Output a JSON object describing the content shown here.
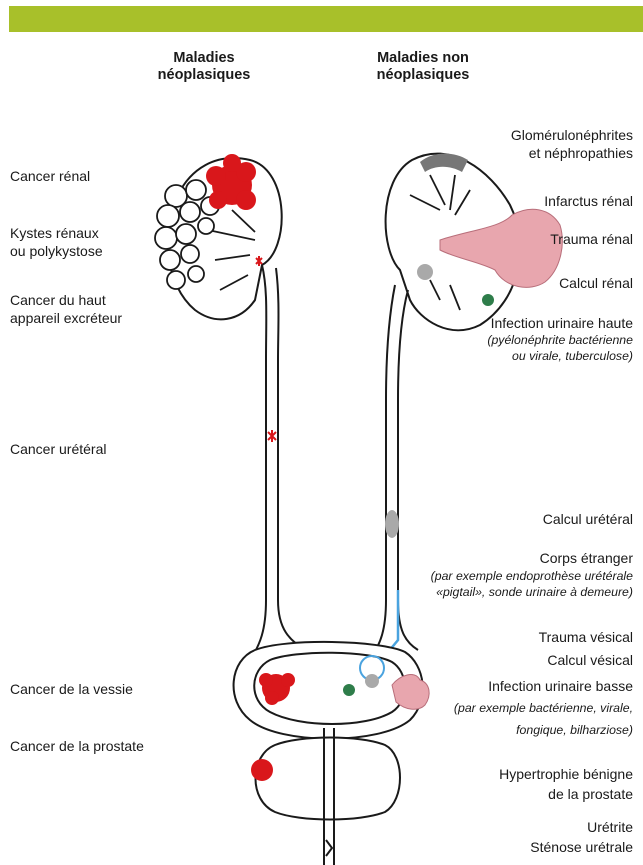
{
  "colors": {
    "band": "#a8c02a",
    "tumor": "#d9171b",
    "trauma": "#e8a6ae",
    "stone": "#a9a9a9",
    "infection": "#2e7d4a",
    "foreign_body": "#4aa3df",
    "organ_outline": "#1a1a1a"
  },
  "headers": {
    "neoplastic": "Maladies\nnéoplasiques",
    "non_neoplastic": "Maladies non\nnéoplasiques"
  },
  "left_labels": [
    "Cancer rénal",
    "Kystes rénaux\nou polykystose",
    "Cancer du haut\nappareil excréteur",
    "Cancer urétéral",
    "Cancer de la vessie",
    "Cancer de la prostate"
  ],
  "right_labels": {
    "glomerulo": "Glomérulonéphrites\net néphropathies",
    "infarctus": "Infarctus rénal",
    "trauma_renal": "Trauma rénal",
    "calcul_renal": "Calcul rénal",
    "infection_haute": "Infection urinaire haute",
    "infection_haute_detail": "(pyélonéphrite bactérienne\nou virale, tuberculose)",
    "calcul_ureteral": "Calcul urétéral",
    "corps_etranger": "Corps étranger",
    "corps_etranger_detail": "(par exemple endoprothèse urétérale\n«pigtail», sonde urinaire à demeure)",
    "trauma_vesical": "Trauma vésical",
    "calcul_vesical": "Calcul vésical",
    "infection_basse": "Infection urinaire basse",
    "infection_basse_detail": "(par exemple bactérienne, virale,\nfongique, bilharziose)",
    "hbp": "Hypertrophie bénigne\nde la prostate",
    "uretrite": "Urétrite\nSténose urétrale"
  }
}
